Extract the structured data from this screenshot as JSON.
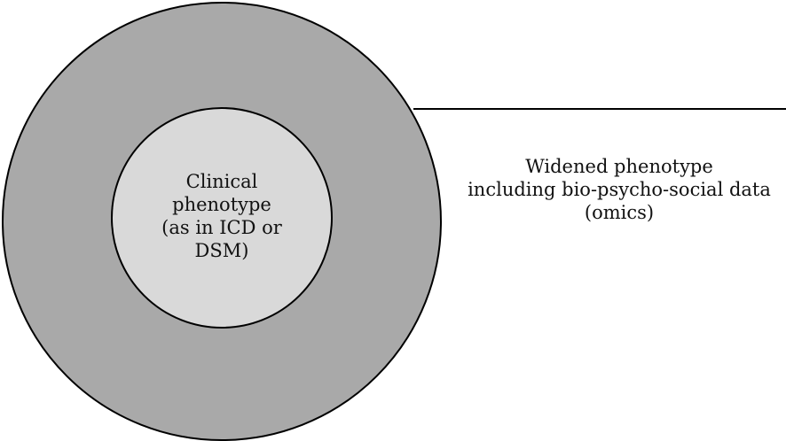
{
  "colors": {
    "outer_ring": "#a9a9a9",
    "inner_circle": "#d9d9d9",
    "stroke": "#000000",
    "background": "#ffffff"
  },
  "inner": {
    "lines": [
      "Clinical",
      "phenotype",
      "(as in ICD or",
      "DSM)"
    ]
  },
  "outer": {
    "lines": [
      "Widened phenotype",
      "including bio-psycho-social data",
      "(omics)"
    ]
  }
}
